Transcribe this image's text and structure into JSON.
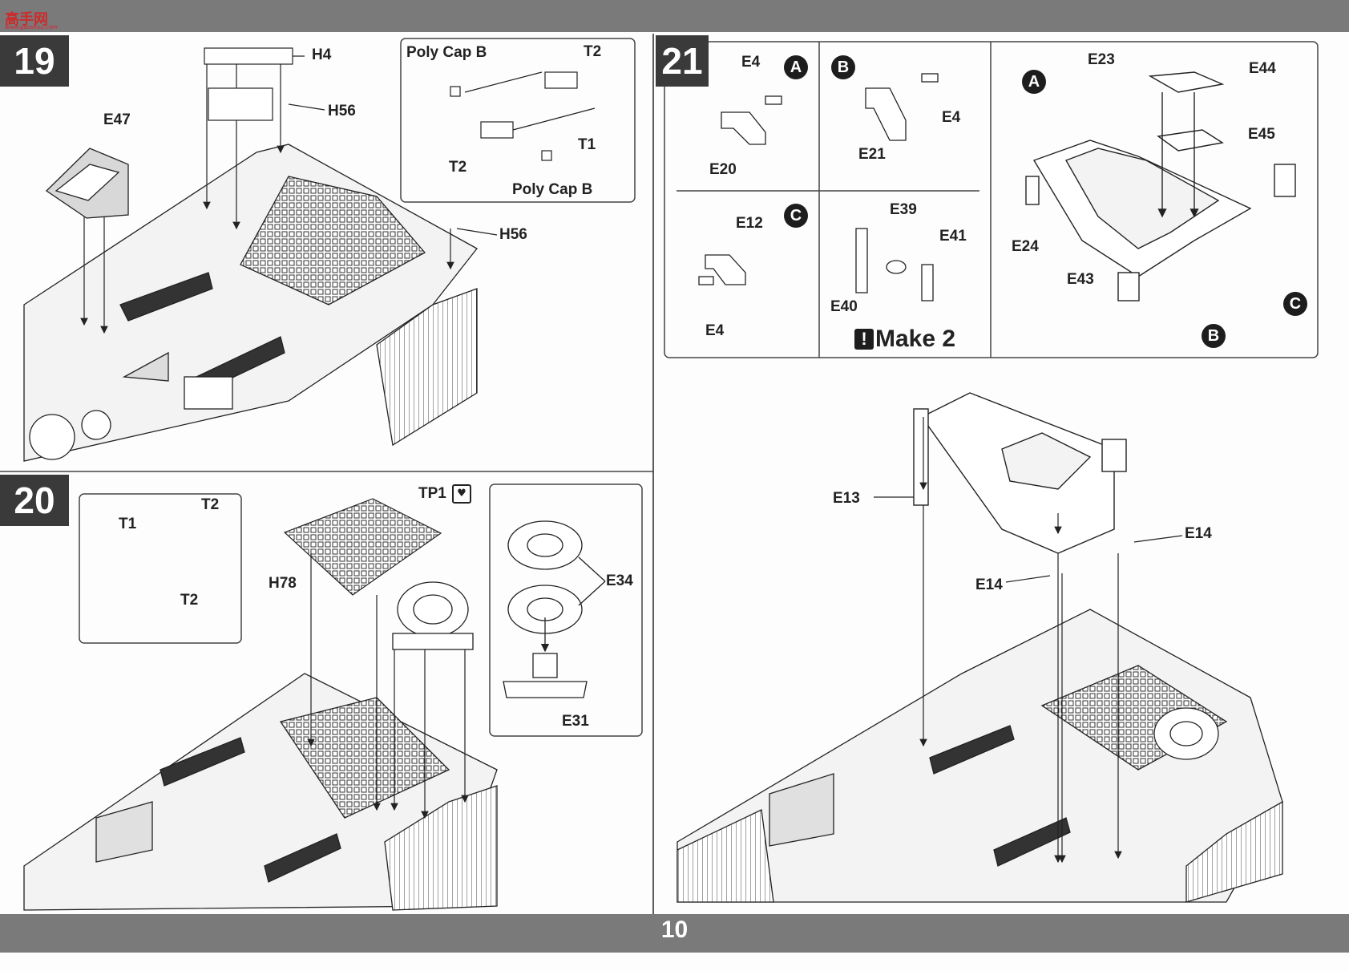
{
  "header": {
    "watermark_name": "高手网",
    "watermark_url": "www.gaoshou.com"
  },
  "footer": {
    "page_number": "10"
  },
  "colors": {
    "band": "#7a7a7a",
    "step_box": "#3a3a3a",
    "badge": "#1d1d1d",
    "line": "#222222"
  },
  "step19": {
    "number": "19",
    "labels": [
      "H4",
      "H56",
      "E47",
      "H56"
    ],
    "inset_labels": [
      "Poly Cap B",
      "T2",
      "T1",
      "T2",
      "Poly Cap B"
    ]
  },
  "step20": {
    "number": "20",
    "inset_labels": [
      "T1",
      "T2",
      "T2"
    ],
    "labels": [
      "TP1",
      "H78"
    ],
    "wheel_labels": [
      "E34",
      "E31"
    ],
    "tp_icon": "heart-icon"
  },
  "step21": {
    "number": "21",
    "sub_a": {
      "badge": "A",
      "labels": [
        "E4",
        "E20"
      ]
    },
    "sub_b": {
      "badge": "B",
      "labels": [
        "E4",
        "E21"
      ]
    },
    "sub_c": {
      "badge": "C",
      "labels": [
        "E12",
        "E4"
      ]
    },
    "sub_d": {
      "labels": [
        "E39",
        "E41",
        "E40"
      ],
      "make_note": "Make 2",
      "note_icon": "exclamation-icon"
    },
    "frame": {
      "labels": [
        "E23",
        "E44",
        "E45",
        "E24",
        "E43"
      ],
      "badges": [
        "A",
        "C",
        "B"
      ]
    },
    "main_labels": [
      "E13",
      "E14",
      "E14"
    ]
  }
}
